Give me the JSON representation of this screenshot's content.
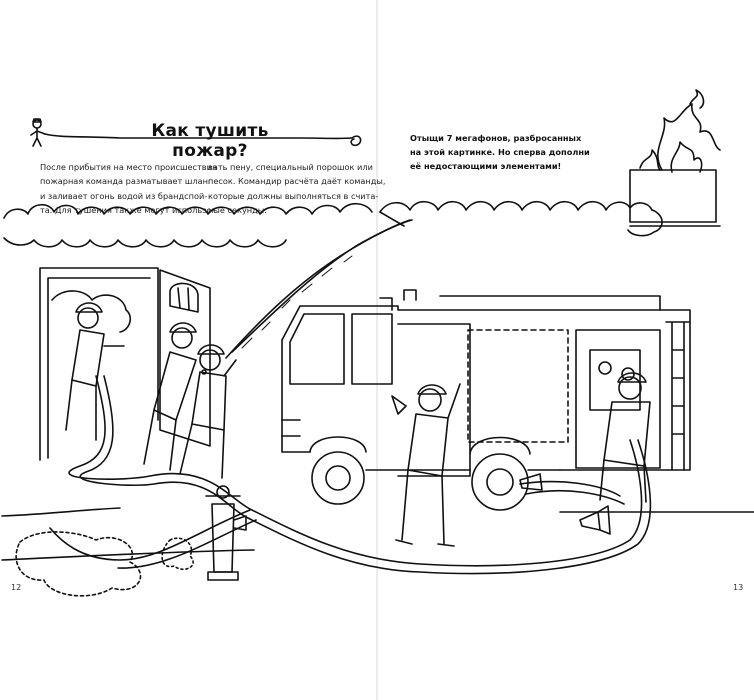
{
  "page": {
    "title": "Как тушить пожар?",
    "intro_left": [
      "После прибытия на место происшествия",
      "пожарная команда разматывает шланг",
      "и заливает огонь водой из брандспой-",
      "та. Для тушения также могут использо-"
    ],
    "intro_right": [
      "вать пену, специальный порошок или",
      "песок. Командир расчёта даёт команды,",
      "которые должны выполняться в счита-",
      "ные секунды."
    ],
    "task": [
      "Отыщи 7 мегафонов, разбросанных",
      "на этой картинке. Но сперва дополни",
      "её недостающими элементами!"
    ],
    "page_left": "12",
    "page_right": "13"
  }
}
